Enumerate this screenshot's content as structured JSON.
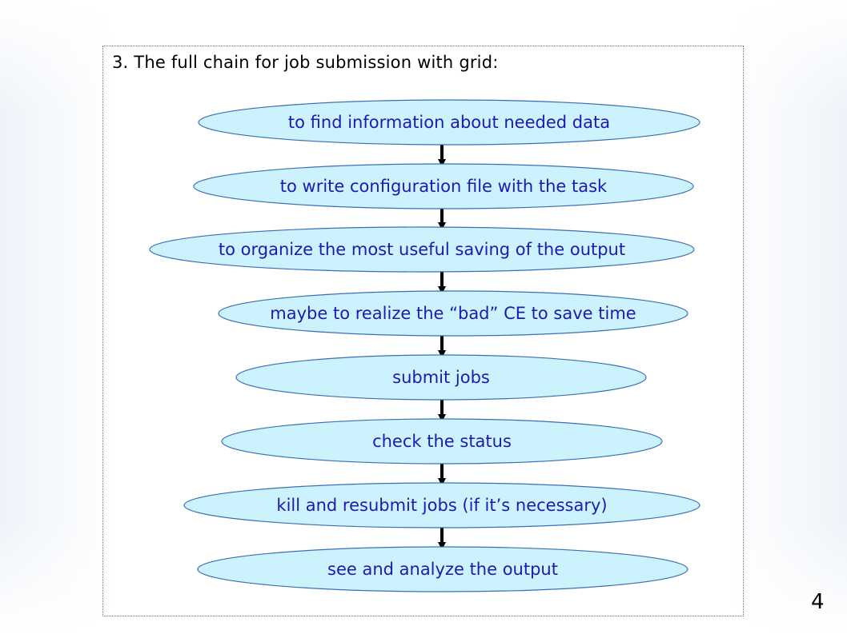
{
  "slide": {
    "heading": "3.  The full chain for job submission with grid:",
    "page_number": "4"
  },
  "flow": {
    "steps": [
      "to find information about needed data",
      "to write configuration file with the task",
      "to organize the most useful saving of the output",
      "maybe to realize the “bad” CE to save time",
      "submit jobs",
      "check the status",
      "kill and resubmit jobs (if it’s necessary)",
      "see and analyze the output"
    ],
    "colors": {
      "ellipse_fill": "#ccf2fd",
      "ellipse_stroke": "#3a6fb0",
      "text": "#1e1ab0",
      "arrow": "#000000"
    }
  }
}
